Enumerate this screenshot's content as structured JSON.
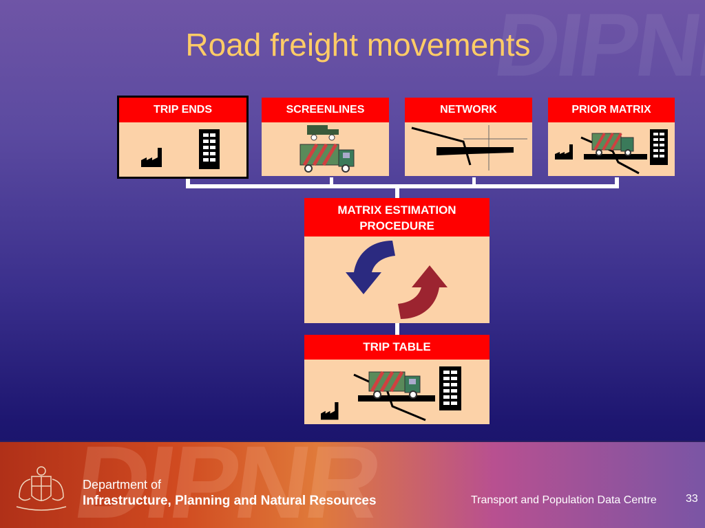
{
  "slide": {
    "title": "Road freight movements",
    "watermark": "DIPNR",
    "colors": {
      "title": "#ffcc66",
      "header": "#ff0000",
      "box": "#fcd2a8",
      "arrow_blue": "#2b2a80",
      "arrow_red": "#9c2430"
    }
  },
  "inputs": [
    {
      "label": "TRIP ENDS",
      "icons": [
        "factory-icon",
        "building-icon"
      ],
      "selected": true
    },
    {
      "label": "SCREENLINES",
      "icons": [
        "jeep-icon",
        "truck-icon"
      ]
    },
    {
      "label": "NETWORK",
      "icons": [
        "road-network-icon"
      ]
    },
    {
      "label": "PRIOR MATRIX",
      "icons": [
        "factory-icon",
        "truck-icon",
        "building-icon"
      ]
    }
  ],
  "process": {
    "label_line1": "MATRIX ESTIMATION",
    "label_line2": "PROCEDURE",
    "icon": "cycle-arrows-icon"
  },
  "output": {
    "label": "TRIP TABLE",
    "icons": [
      "factory-icon",
      "truck-icon",
      "building-icon"
    ]
  },
  "footer": {
    "dept_line1": "Department of",
    "dept_line2": "Infrastructure, Planning and Natural Resources",
    "centre": "Transport and Population Data Centre",
    "page_number": "33",
    "watermark": "DIPNR",
    "logo": "coat-of-arms-icon"
  }
}
